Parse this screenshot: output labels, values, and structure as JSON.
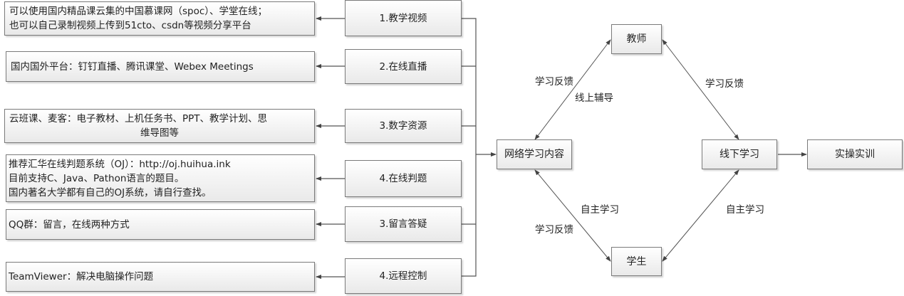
{
  "descriptions": [
    {
      "lines": [
        "可以使用国内精品课云集的中国慕课网（spoc）、学堂在线；",
        "也可以自己录制视频上传到51cto、csdn等视频分享平台"
      ]
    },
    {
      "lines": [
        "国内国外平台：钉钉直播、腾讯课堂、Webex Meetings"
      ]
    },
    {
      "lines": [
        "云班课、麦客：电子教材、上机任务书、PPT、教学计划、思",
        "维导图等"
      ]
    },
    {
      "lines": [
        "推荐汇华在线判题系统（OJ）：http://oj.huihua.ink",
        "目前支持C、Java、Pathon语言的题目。",
        "国内著名大学都有自己的OJ系统，请自行查找。"
      ]
    },
    {
      "lines": [
        "QQ群：留言，在线两种方式"
      ]
    },
    {
      "lines": [
        "TeamViewer：解决电脑操作问题"
      ]
    }
  ],
  "categories": [
    "1.教学视频",
    "2.在线直播",
    "3.数字资源",
    "4.在线判题",
    "3.留言答疑",
    "4.远程控制"
  ],
  "nodes": {
    "online": "网络学习内容",
    "teacher": "教师",
    "student": "学生",
    "offline": "线下学习",
    "practice": "实操实训"
  },
  "edge_labels": {
    "online_teacher_feedback": "学习反馈",
    "online_teacher_tutoring": "线上辅导",
    "teacher_offline_feedback": "学习反馈",
    "online_student_self": "自主学习",
    "online_student_feedback": "学习反馈",
    "student_offline_self": "自主学习"
  }
}
